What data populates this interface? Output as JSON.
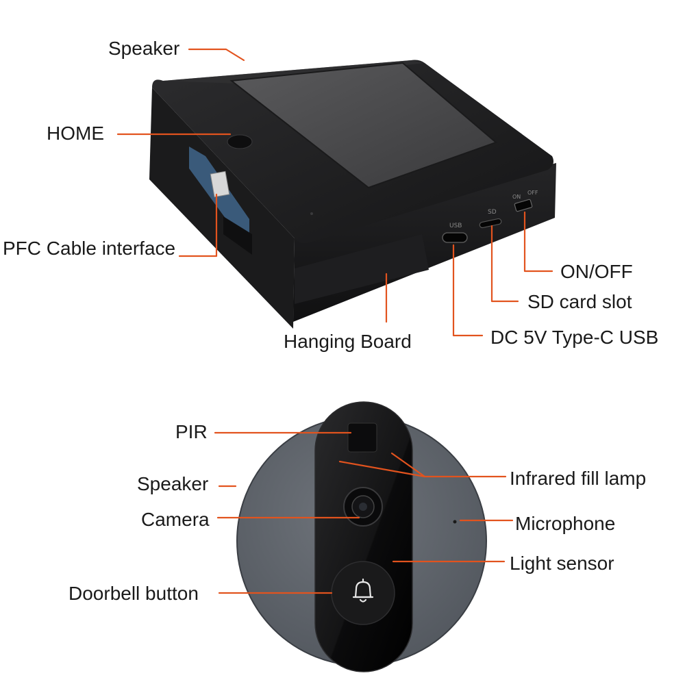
{
  "top_device": {
    "labels": {
      "speaker": "Speaker",
      "home": "HOME",
      "pfc": "PFC Cable interface",
      "hanging": "Hanging Board",
      "onoff": "ON/OFF",
      "sd": "SD card slot",
      "usb": "DC 5V Type-C USB"
    },
    "port_marks": {
      "usb": "USB",
      "sd": "SD",
      "on": "ON",
      "off": "OFF"
    }
  },
  "bottom_device": {
    "labels": {
      "pir": "PIR",
      "speaker": "Speaker",
      "camera": "Camera",
      "doorbell": "Doorbell button",
      "infrared": "Infrared fill lamp",
      "microphone": "Microphone",
      "light": "Light sensor"
    }
  },
  "colors": {
    "leader_line": "#e2531e",
    "device_body": "#1c1c1e",
    "screen": "#4a4a4c",
    "lens_circle": "#5c6168"
  }
}
